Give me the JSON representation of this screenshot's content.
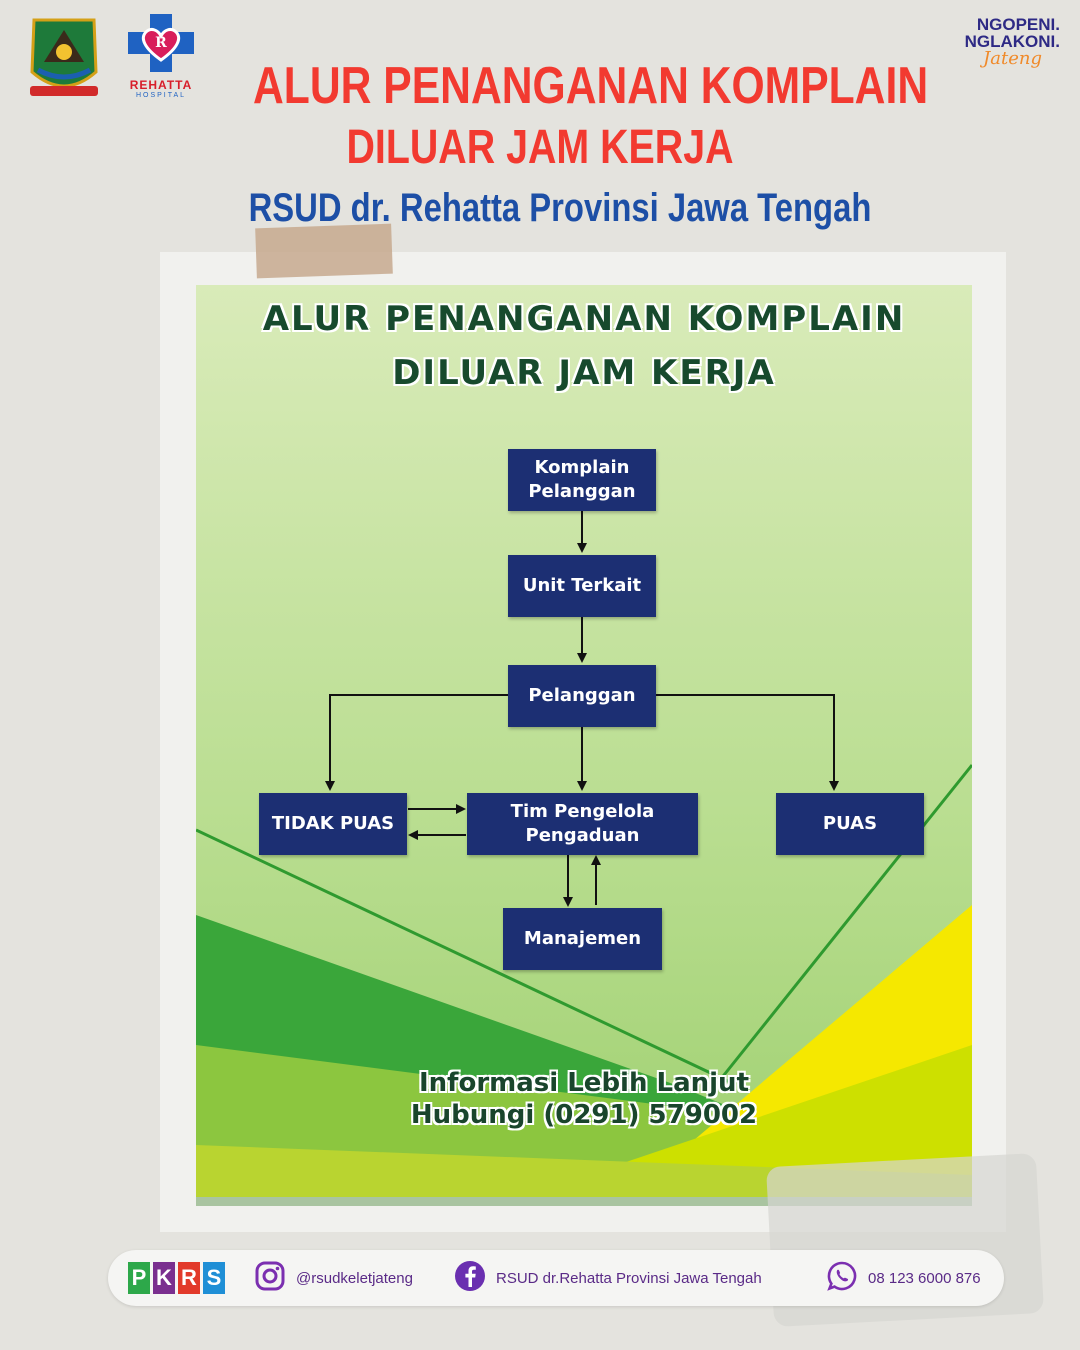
{
  "header": {
    "logo_rehatta": {
      "name": "REHATTA",
      "sub": "HOSPITAL"
    },
    "brand": {
      "line1": "NGOPENI.",
      "line2": "NGLAKONI.",
      "line3": "Jateng"
    },
    "title_line1": "ALUR PENANGANAN KOMPLAIN",
    "title_line2": "DILUAR JAM KERJA",
    "subtitle": "RSUD dr. Rehatta Provinsi Jawa Tengah"
  },
  "poster": {
    "heading_line1": "ALUR PENANGANAN KOMPLAIN",
    "heading_line2": "DILUAR JAM KERJA",
    "nodes": {
      "komplain": [
        "Komplain",
        "Pelanggan"
      ],
      "unit": "Unit Terkait",
      "pelanggan": "Pelanggan",
      "tidak_puas": "TIDAK PUAS",
      "tim": [
        "Tim Pengelola",
        "Pengaduan"
      ],
      "puas": "PUAS",
      "manajemen": "Manajemen"
    },
    "footer_line1": "Informasi Lebih Lanjut",
    "footer_line2": "Hubungi (0291) 579002",
    "colors": {
      "node": "#1c2f73",
      "green_dark": "#3aa63a",
      "green_light": "#a9d67a",
      "yellow": "#f5e800"
    }
  },
  "bottom_bar": {
    "pkrs": [
      "P",
      "K",
      "R",
      "S"
    ],
    "instagram": {
      "icon": "instagram-icon",
      "handle": "@rsudkeletjateng"
    },
    "facebook": {
      "icon": "facebook-icon",
      "name": "RSUD dr.Rehatta Provinsi Jawa Tengah"
    },
    "whatsapp": {
      "icon": "whatsapp-icon",
      "number": "08 123 6000 876"
    }
  }
}
